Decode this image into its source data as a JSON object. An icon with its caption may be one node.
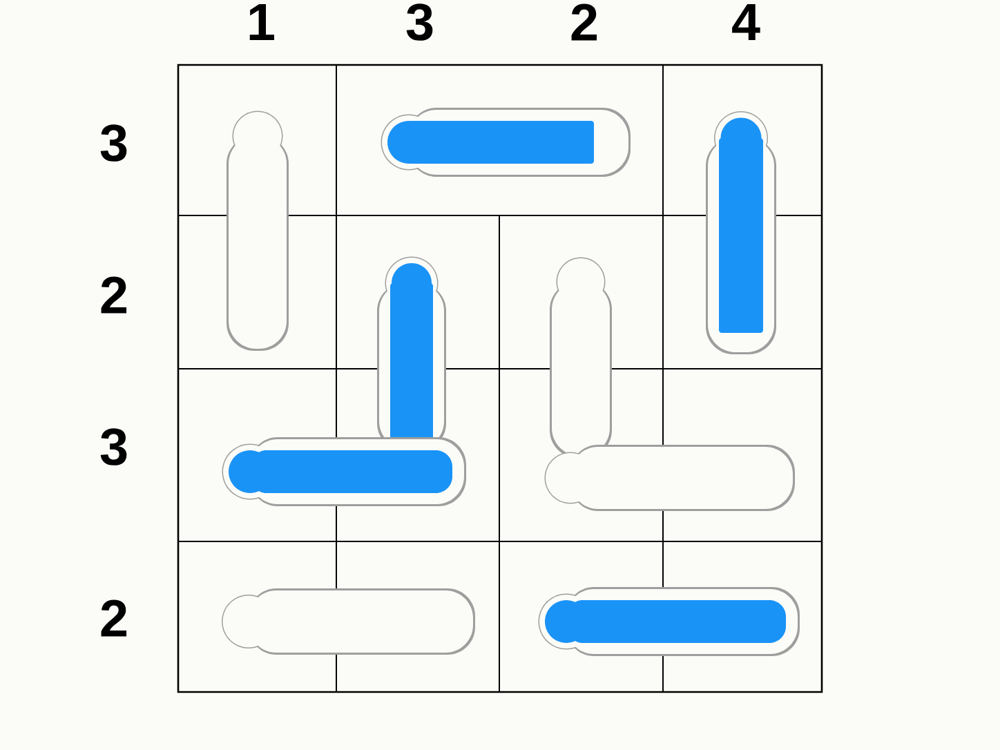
{
  "diagram": {
    "labels": [
      "1",
      "3",
      "2",
      "4",
      "3",
      "2",
      "3",
      "2"
    ]
  }
}
